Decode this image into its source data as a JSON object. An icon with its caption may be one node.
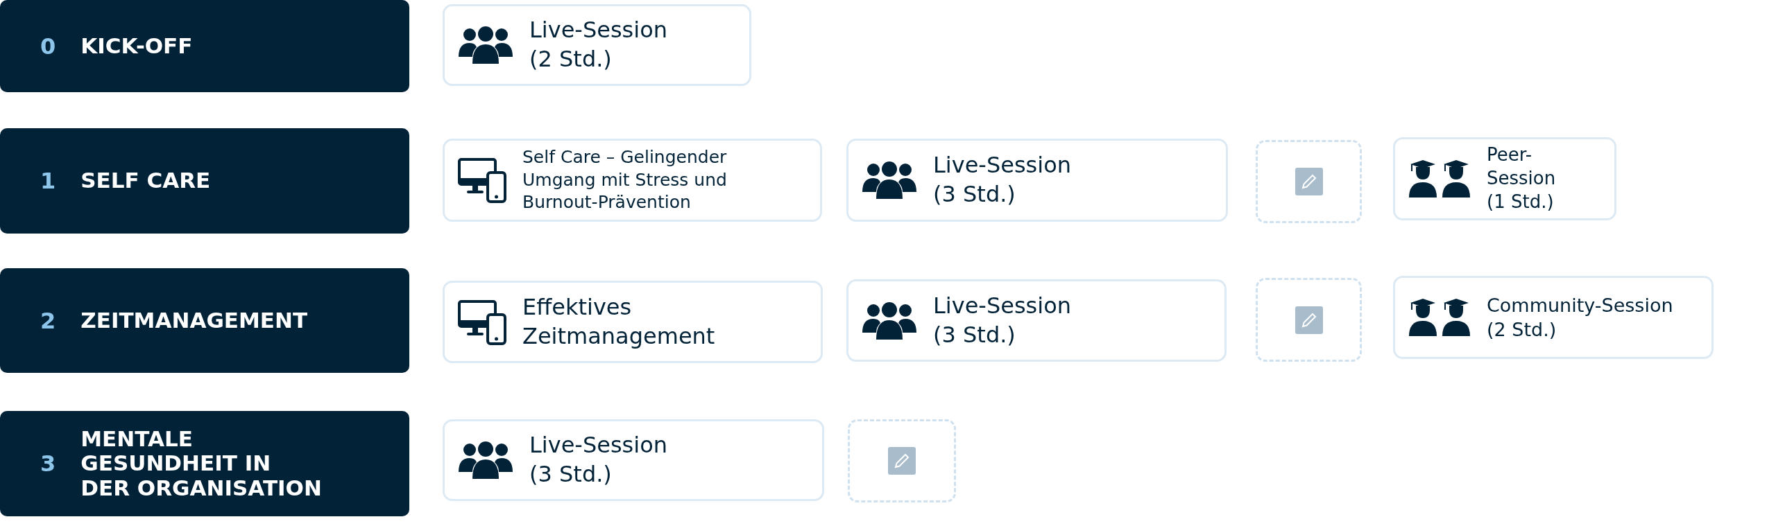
{
  "diagram": {
    "nodes": [
      {
        "text": [
          "0",
          "KICK-OFF"
        ]
      },
      {
        "text": [
          "Live-Session (2 Std.)"
        ]
      },
      {
        "text": [
          "1",
          "SELF CARE"
        ]
      },
      {
        "text": [
          "Self Care – Gelingender Umgang mit Stress und Burnout-Prävention"
        ]
      },
      {
        "text": [
          "Live-Session (3 Std.)"
        ]
      },
      {
        "text": [],
        "shape": "box"
      },
      {
        "text": [
          "Peer-Session (1 Std.)"
        ]
      },
      {
        "text": [
          "2",
          "ZEITMANAGEMENT"
        ]
      },
      {
        "text": [
          "Effektives Zeitmanagement"
        ]
      },
      {
        "text": [
          "Live-Session (3 Std.)"
        ]
      },
      {
        "text": [],
        "shape": "box"
      },
      {
        "text": [
          "Community-Session (2 Std.)"
        ]
      },
      {
        "text": [
          "3",
          "MENTALE GESUNDHEIT IN DER ORGANISATION"
        ]
      },
      {
        "text": [
          "Live-Session (3 Std.)"
        ]
      },
      {
        "text": [],
        "shape": "box"
      }
    ]
  }
}
